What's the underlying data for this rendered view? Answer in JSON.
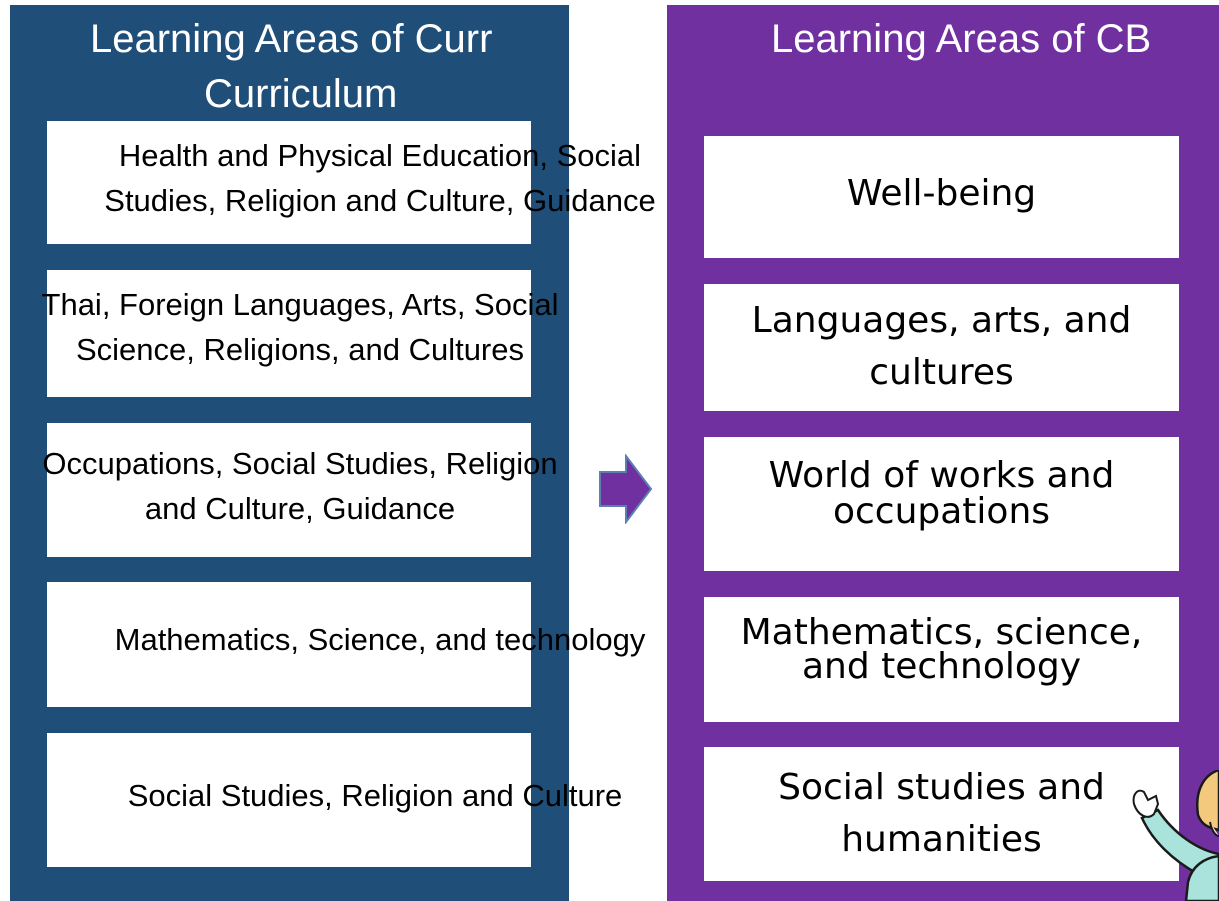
{
  "left": {
    "title_line1": "Learning Areas of Curr",
    "title_line2": "Curriculum",
    "boxes": [
      {
        "line1": "Health and Physical Education, Social",
        "line2": "Studies, Religion and Culture, Guidance"
      },
      {
        "line1": "Thai, Foreign Languages, Arts, Social",
        "line2": "Science, Religions, and Cultures"
      },
      {
        "line1": "Occupations, Social Studies, Religion",
        "line2": "and Culture, Guidance"
      },
      {
        "line1": "Mathematics, Science, and technology"
      },
      {
        "line1": "Social Studies, Religion and Culture"
      }
    ]
  },
  "right": {
    "title": "Learning Areas of CB",
    "boxes": [
      {
        "line1": "Well-being"
      },
      {
        "line1": "Languages, arts, and",
        "line2": "cultures"
      },
      {
        "line1": "World of works and",
        "line2": "occupations"
      },
      {
        "line1": "Mathematics, science,",
        "line2": "and technology"
      },
      {
        "line1": "Social studies and",
        "line2": "humanities"
      }
    ]
  },
  "colors": {
    "left_panel": "#1f4e79",
    "right_panel": "#7030a0",
    "arrow": "#7030a0",
    "box": "#ffffff"
  },
  "icons": {
    "arrow": "right-arrow-icon",
    "teacher": "waving-teacher-illustration"
  }
}
